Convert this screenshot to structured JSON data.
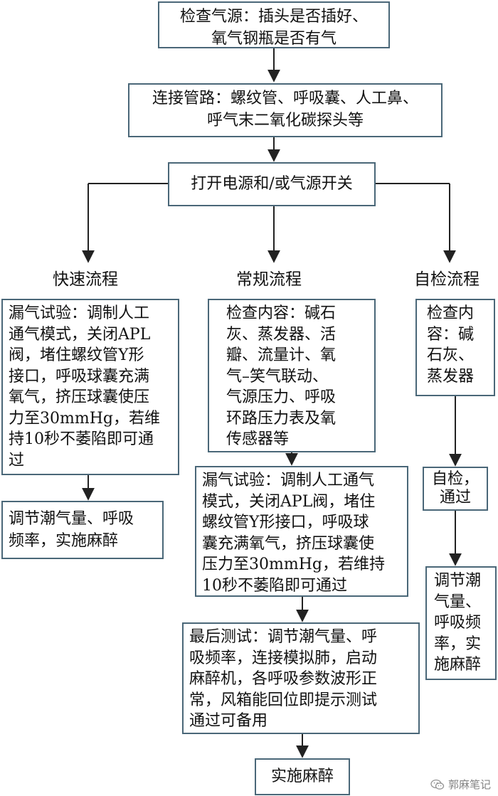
{
  "diagram": {
    "nodes": {
      "check_gas": "检查气源：插头是否插好、\n氧气钢瓶是否有气",
      "connect_pipes": "连接管路：螺纹管、呼吸囊、人工鼻、\n呼气末二氧化碳探头等",
      "power_on": "打开电源和/或气源开关",
      "fast_leak": "漏气试验：调制人工\n通气模式，关闭APL\n阀，堵住螺纹管Y形\n接口，呼吸球囊充满\n氧气，挤压球囊使压\n力至30mmHg，若维\n持10秒不萎陷即可通\n过",
      "fast_final": "调节潮气量、呼吸\n频率，实施麻醉",
      "routine_check": "检查内容：碱石\n灰、蒸发器、活\n瓣、流量计、氧\n气–笑气联动、\n气源压力、呼吸\n环路压力表及氧\n传感器等",
      "routine_leak": "漏气试验：调制人工通气\n模式，关闭APL阀，堵住\n螺纹管Y形接口，呼吸球\n囊充满氧气，挤压球囊使\n压力至30mmHg，若维持\n10秒不萎陷即可通过",
      "routine_test": "最后测试：调节潮气量、呼\n吸频率，连接模拟肺，启动\n麻醉机，各呼吸参数波形正\n常，风箱能回位即提示测试\n通过可备用",
      "routine_final": "实施麻醉",
      "self_check": "检查内\n容：碱\n石灰、\n蒸发器",
      "self_pass": "自检，\n通过",
      "self_final": "调节潮\n气量、\n呼吸频\n率，实\n施麻醉"
    },
    "branches": {
      "fast": "快速流程",
      "routine": "常规流程",
      "self": "自检流程"
    },
    "edges": [
      [
        "check_gas",
        "connect_pipes"
      ],
      [
        "connect_pipes",
        "power_on"
      ],
      [
        "power_on",
        "fast_leak"
      ],
      [
        "power_on",
        "routine_check"
      ],
      [
        "power_on",
        "self_check"
      ],
      [
        "fast_leak",
        "fast_final"
      ],
      [
        "routine_check",
        "routine_leak"
      ],
      [
        "routine_leak",
        "routine_test"
      ],
      [
        "routine_test",
        "routine_final"
      ],
      [
        "self_check",
        "self_pass"
      ],
      [
        "self_pass",
        "self_final"
      ]
    ],
    "colors": {
      "box_border": "#4a6778",
      "arrow": "#222222"
    }
  },
  "watermark": {
    "text": "郭麻笔记",
    "icon": "wechat-icon"
  }
}
